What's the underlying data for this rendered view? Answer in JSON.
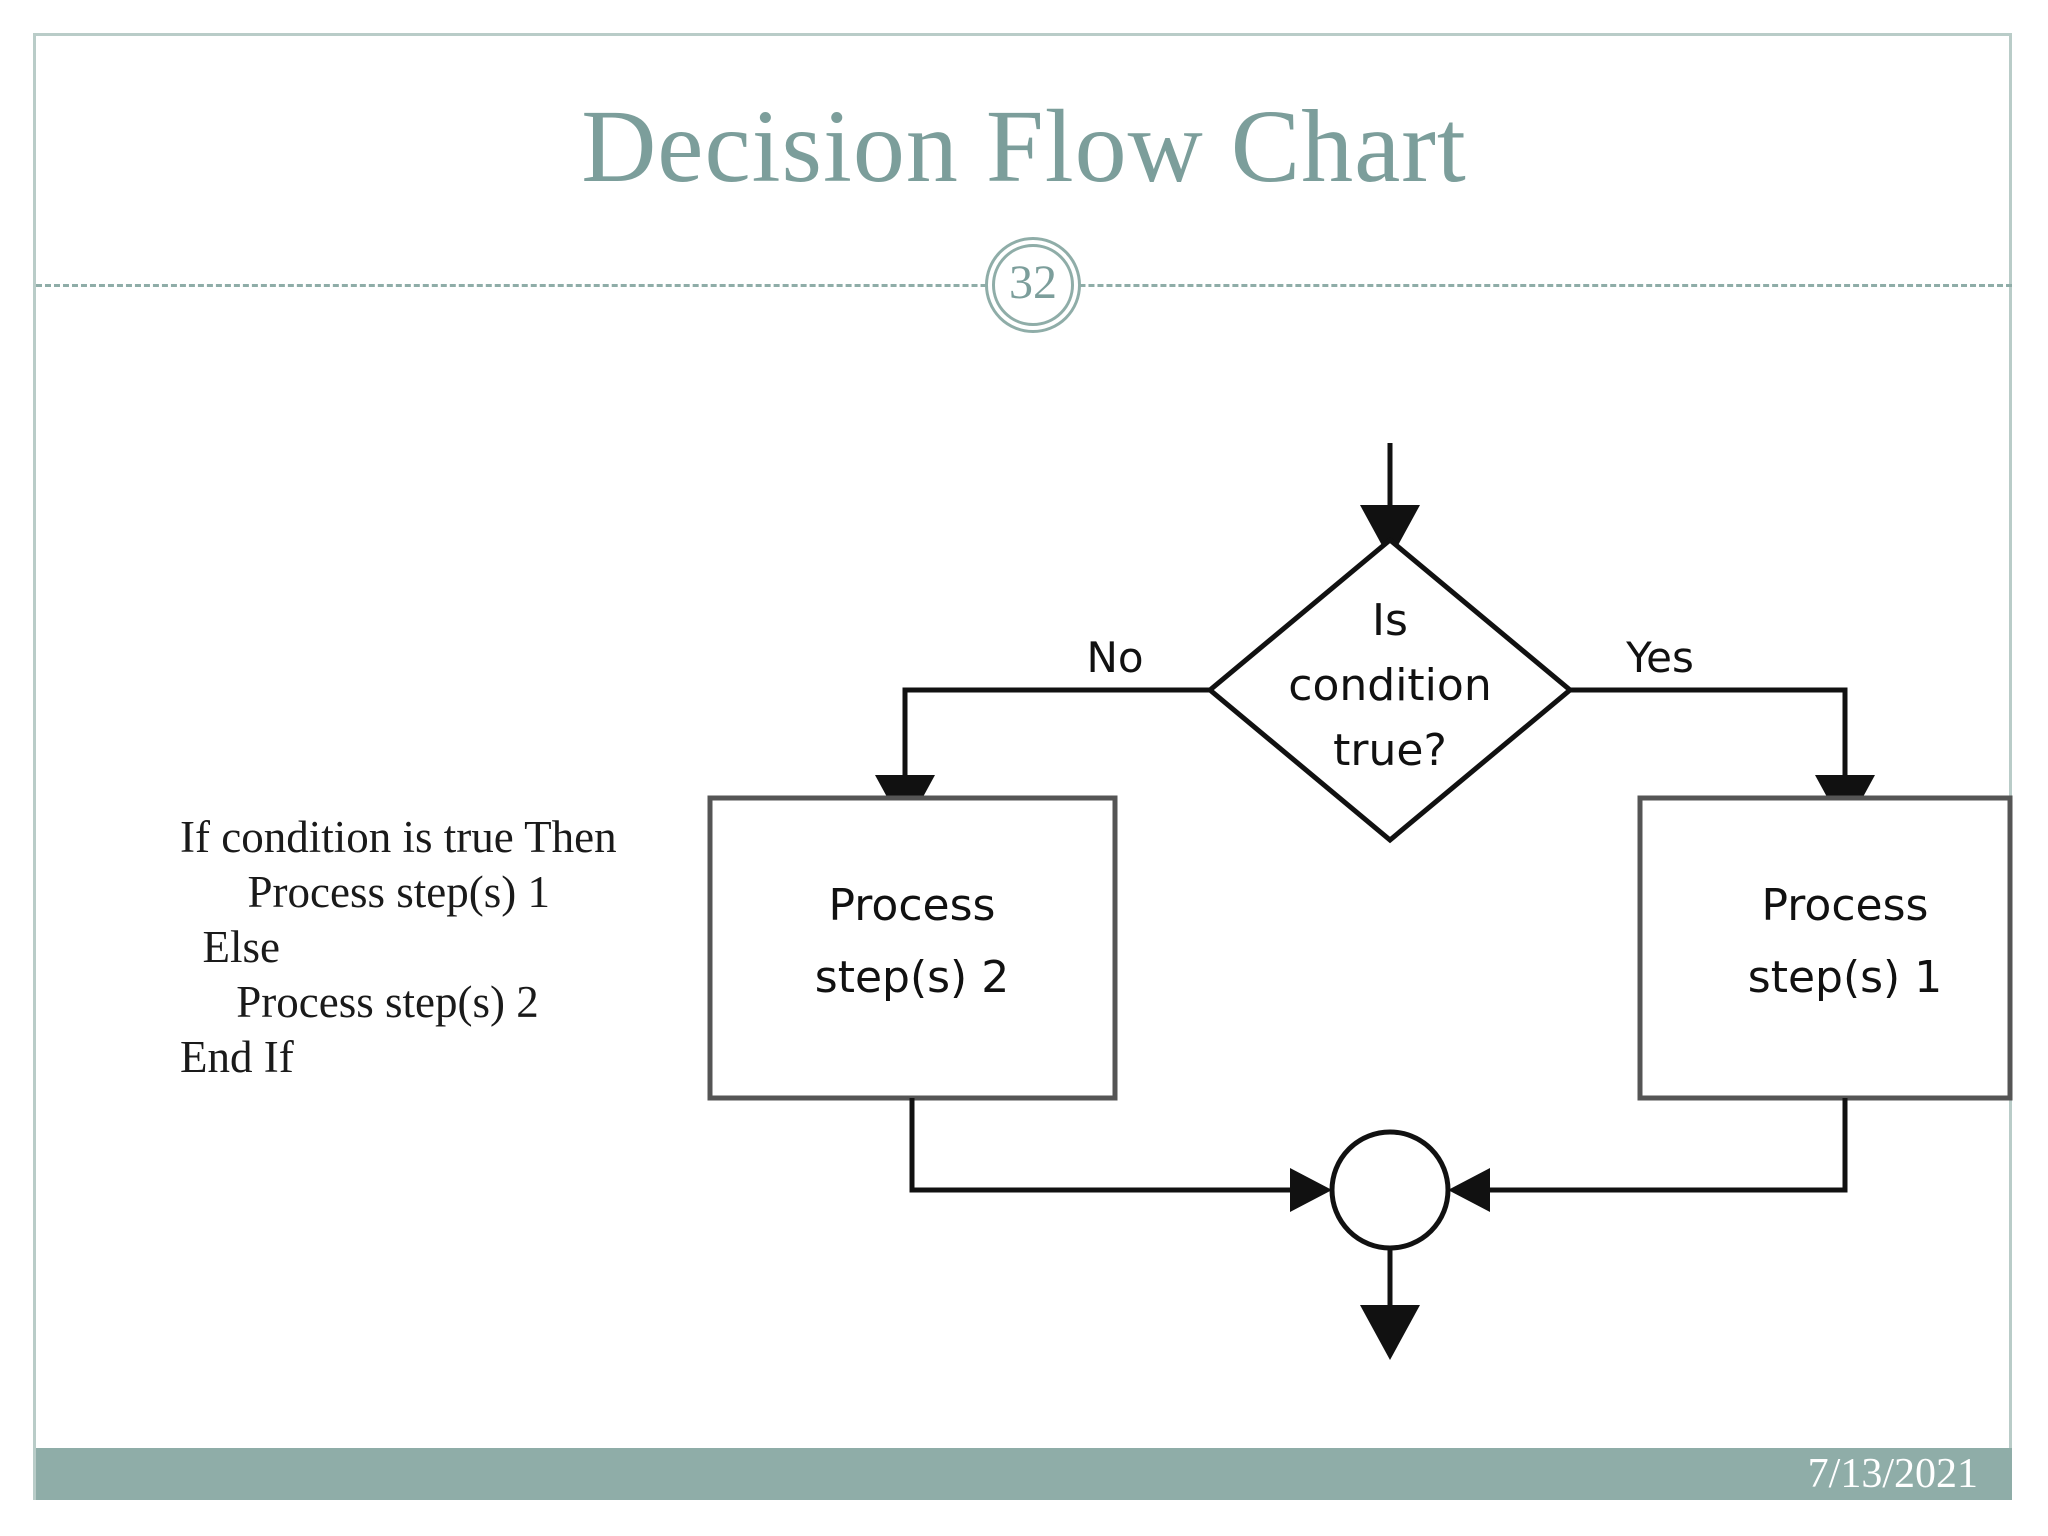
{
  "slide": {
    "title": "Decision Flow Chart",
    "page_number": "32",
    "footer_date": "7/13/2021",
    "accent_color": "#8fada8",
    "title_color": "#7c9e9b",
    "footer_bar_color": "#8fada8",
    "background_color": "#ffffff"
  },
  "pseudocode": {
    "lines": [
      "If condition is true Then",
      "      Process step(s) 1",
      "  Else",
      "     Process step(s) 2",
      "End If"
    ]
  },
  "chart_data": {
    "type": "diagram",
    "title": "Decision Flow Chart",
    "diagram_kind": "flowchart",
    "nodes": [
      {
        "id": "decision",
        "shape": "diamond",
        "text_lines": [
          "Is",
          "condition",
          "true?"
        ]
      },
      {
        "id": "process-2",
        "shape": "rectangle",
        "text_lines": [
          "Process",
          "step(s) 2"
        ]
      },
      {
        "id": "process-1",
        "shape": "rectangle",
        "text_lines": [
          "Process",
          "step(s) 1"
        ]
      },
      {
        "id": "merge",
        "shape": "circle",
        "text_lines": []
      }
    ],
    "edges": [
      {
        "from": "start",
        "to": "decision",
        "label": ""
      },
      {
        "from": "decision",
        "to": "process-2",
        "label": "No"
      },
      {
        "from": "decision",
        "to": "process-1",
        "label": "Yes"
      },
      {
        "from": "process-2",
        "to": "merge",
        "label": ""
      },
      {
        "from": "process-1",
        "to": "merge",
        "label": ""
      },
      {
        "from": "merge",
        "to": "end",
        "label": ""
      }
    ],
    "labels": {
      "no": "No",
      "yes": "Yes"
    }
  },
  "flowchart": {
    "decision": {
      "line1": "Is",
      "line2": "condition",
      "line3": "true?"
    },
    "left_box": {
      "line1": "Process",
      "line2": "step(s) 2"
    },
    "right_box": {
      "line1": "Process",
      "line2": "step(s) 1"
    },
    "no_label": "No",
    "yes_label": "Yes"
  }
}
